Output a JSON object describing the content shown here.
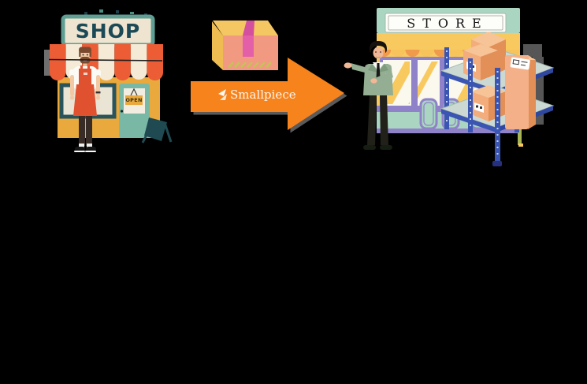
{
  "shop": {
    "sign_text": "SHOP",
    "door_sign_text": "OPEN"
  },
  "arrow": {
    "watermark_text": "Smallpiece",
    "logo_icon": "bird-arrow-logo",
    "direction": "right",
    "color": "#F6831F"
  },
  "store": {
    "sign_text": "STORE"
  },
  "colors": {
    "background": "#000000",
    "shop_awning_orange": "#EC5C35",
    "shop_awning_cream": "#F4EAD6",
    "shop_wall": "#E9A93C",
    "shop_sign_frame": "#5F9E93",
    "shop_sign_panel": "#EFE4CF",
    "shop_door_teal": "#7AB8A6",
    "shopkeeper_apron": "#E0512F",
    "package_top": "#F5C763",
    "package_front": "#F19A81",
    "package_tape": "#E35FA8",
    "store_band_mint": "#A9D5C1",
    "store_wall_yellow": "#F8C95F",
    "store_scallop_orange": "#F09B4C",
    "store_frame_purple": "#8F82C8",
    "store_suit_green": "#93AE92",
    "shelf_blue": "#3A55B2",
    "box_orange": "#F3AC7C"
  }
}
